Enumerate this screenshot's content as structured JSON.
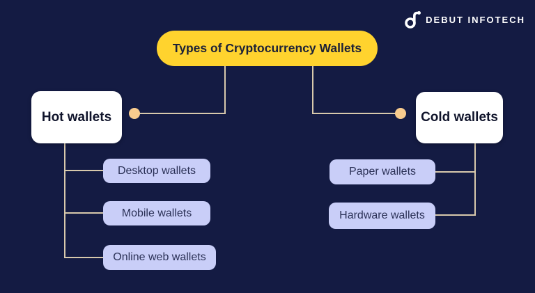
{
  "canvas": {
    "background_color": "#141B43"
  },
  "logo": {
    "text": "DEBUT INFOTECH",
    "icon": "debut-d-icon",
    "text_color": "#FFFFFF"
  },
  "title": {
    "label": "Types of Cryptocurrency Wallets",
    "background_color": "#FFD32E",
    "text_color": "#1C2137"
  },
  "branches": [
    {
      "label": "Hot wallets",
      "children": [
        {
          "label": "Desktop wallets"
        },
        {
          "label": "Mobile wallets"
        },
        {
          "label": "Online web wallets"
        }
      ]
    },
    {
      "label": "Cold wallets",
      "children": [
        {
          "label": "Paper wallets"
        },
        {
          "label": "Hardware wallets"
        }
      ]
    }
  ],
  "colors": {
    "background": "#141B43",
    "title_pill": "#FFD32E",
    "node_box": "#FFFFFF",
    "leaf_box": "#C9CEF8",
    "connector_line": "#D8C9AC",
    "connector_dot": "#F9CC8E",
    "title_text": "#1C2137",
    "node_text": "#10142B",
    "leaf_text": "#2B3156",
    "logo_text": "#FFFFFF"
  }
}
